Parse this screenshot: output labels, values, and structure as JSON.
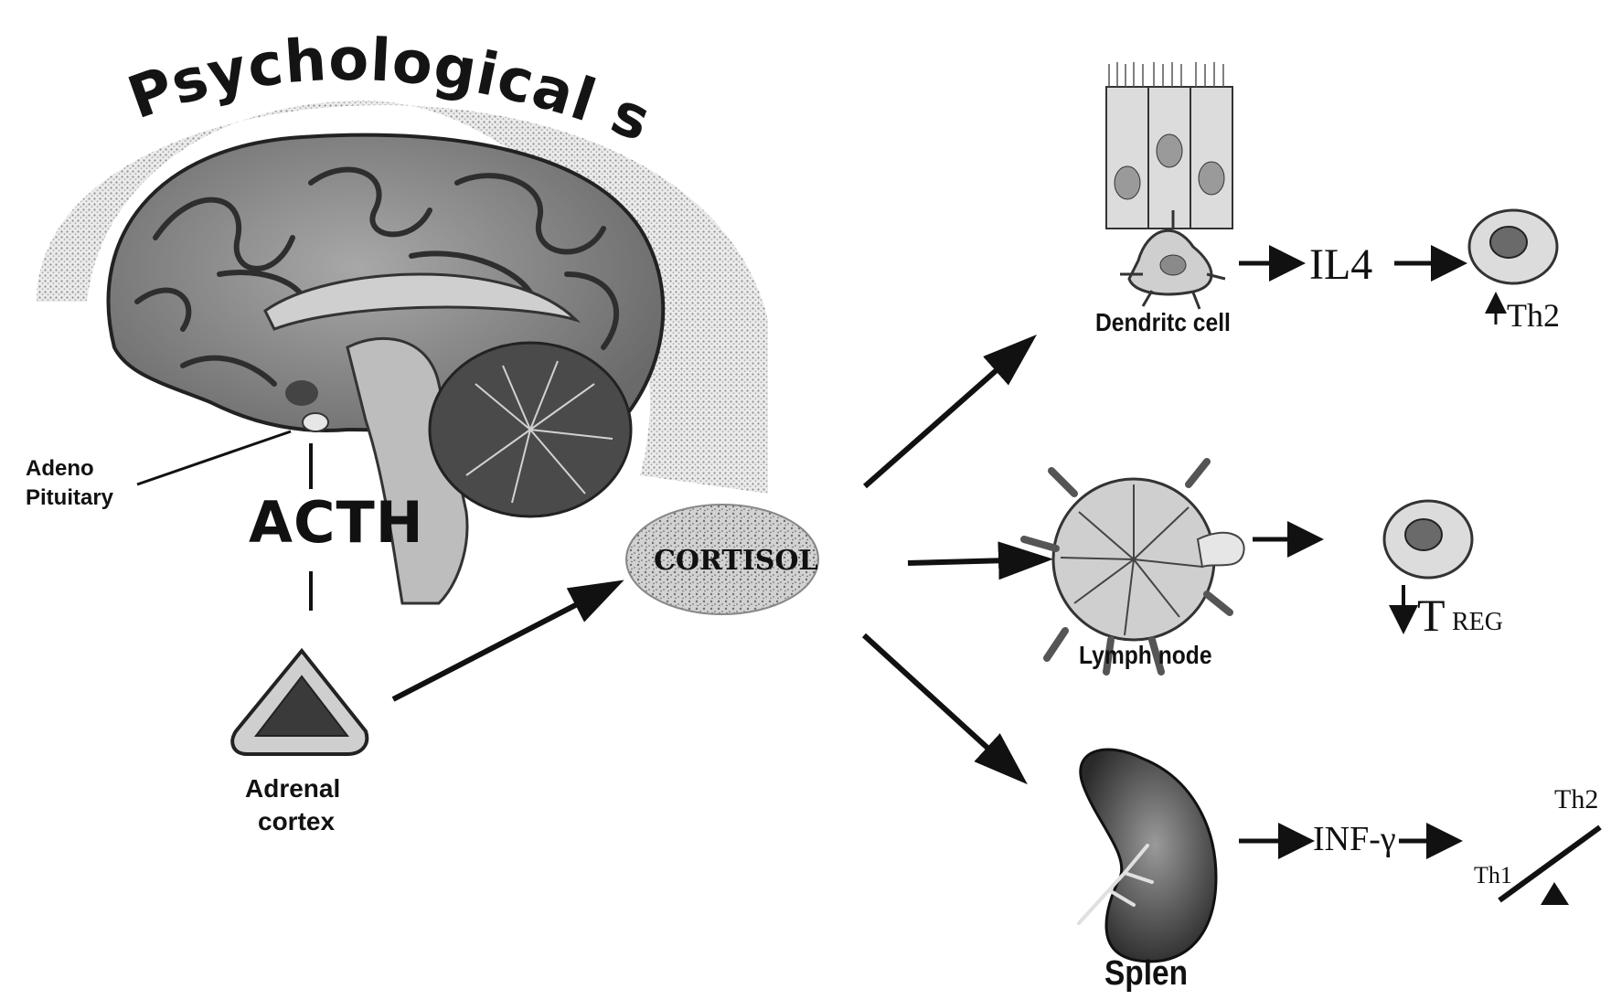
{
  "title": "Psychological stress",
  "labels": {
    "adeno": "Adeno",
    "pituitary": "Pituitary",
    "acth": "ACTH",
    "adrenal": "Adrenal",
    "cortex": "cortex",
    "cortisol": "CORTISOL",
    "dendritic_cell": "Dendritc cell",
    "lymph_node": "Lymph node",
    "splen": "Splen"
  },
  "pathways": {
    "dendritic": {
      "cytokine": "IL4",
      "arrow": "↑",
      "cell": "Th2"
    },
    "lymph": {
      "arrow": "↓",
      "cell_prefix": "T",
      "cell_sub": "REG"
    },
    "spleen": {
      "cytokine": "INF-γ",
      "th1": "Th1",
      "th2": "Th2"
    }
  },
  "colors": {
    "ink": "#111111",
    "stipple": "#9a9a9a",
    "tissue": "#8c8c8c"
  },
  "icons": [
    "brain-illustration",
    "adrenal-gland-icon",
    "dendritic-cell-icon",
    "lymph-node-icon",
    "spleen-icon",
    "t-cell-icon",
    "balance-scale-icon"
  ]
}
